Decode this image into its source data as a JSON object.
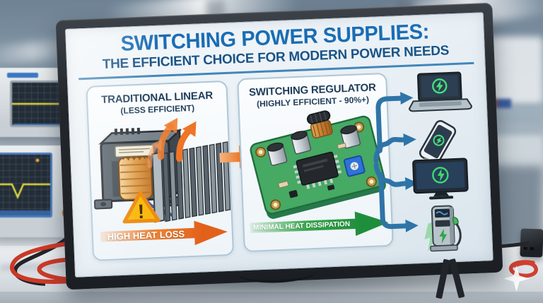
{
  "infographic": {
    "title_line1": "SWITCHING POWER SUPPLIES:",
    "title_line2": "THE EFFICIENT CHOICE FOR MODERN POWER NEEDS",
    "left_panel": {
      "heading": "TRADITIONAL LINEAR",
      "subheading": "(LESS EFFICIENT)",
      "badge": "HIGH HEAT LOSS",
      "warning_mark": "!",
      "illustration_icons": [
        "transformer-icon",
        "heat-arrows-icon",
        "heatsink-icon",
        "warning-triangle-icon"
      ]
    },
    "right_panel": {
      "heading": "SWITCHING REGULATOR",
      "subheading": "(HIGHLY EFFICIENT - 90%+)",
      "badge": "MINIMAL HEAT DISSIPATION",
      "illustration_icons": [
        "circuit-board-icon"
      ]
    },
    "flow_icons": [
      "flow-arrow-icon",
      "distribution-arrows-icon"
    ],
    "devices": [
      {
        "icon": "laptop-icon"
      },
      {
        "icon": "smartphone-icon"
      },
      {
        "icon": "monitor-icon"
      },
      {
        "icon": "ev-charger-icon"
      }
    ],
    "colors": {
      "title_blue": "#1a6db4",
      "subtitle_navy": "#1a5487",
      "heading_navy": "#1f3d58",
      "heat_orange": "#e8671c",
      "efficient_green": "#2da14a",
      "arrow_blue": "#2e74a8",
      "pcb_green": "#46a964",
      "energy_green": "#45e07c",
      "warning_yellow": "#f8ba12"
    }
  },
  "background": {
    "environment": "electronics-lab",
    "props": [
      "oscilloscope",
      "oscilloscope",
      "test-lead-cables",
      "power-adapter-box",
      "sparkle-watermark"
    ]
  }
}
